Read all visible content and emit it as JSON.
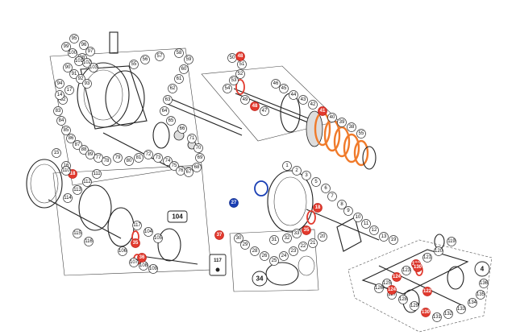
{
  "callouts": {
    "frame_group": [
      "95",
      "96",
      "97",
      "98",
      "99",
      "100",
      "101",
      "102",
      "103",
      "90",
      "91",
      "92",
      "93",
      "94",
      "82",
      "83",
      "84",
      "85",
      "86",
      "87",
      "88",
      "89",
      "77",
      "78",
      "79",
      "80",
      "81",
      "72",
      "73",
      "74",
      "75",
      "76",
      "67",
      "68",
      "69",
      "70",
      "71",
      "66",
      "65",
      "64",
      "63",
      "62",
      "61",
      "60",
      "59",
      "58",
      "57",
      "56",
      "55",
      "17",
      "14",
      "16",
      "18",
      "15"
    ],
    "handle_group": [
      "50",
      "51",
      "52",
      "53",
      "54",
      "49",
      "48",
      "47",
      "46",
      "45",
      "44",
      "43",
      "42",
      "41",
      "40",
      "39",
      "38",
      "55"
    ],
    "spool_group": [
      "110",
      "111",
      "112",
      "113",
      "114",
      "115",
      "116",
      "117",
      "104",
      "105",
      "106",
      "107",
      "108",
      "109"
    ],
    "side_group": [
      "1",
      "2",
      "3",
      "5",
      "6",
      "7",
      "8",
      "9",
      "10",
      "11",
      "12",
      "13",
      "19",
      "20",
      "21",
      "22",
      "23",
      "24",
      "25",
      "26",
      "28",
      "29",
      "30",
      "31",
      "32",
      "33",
      "35"
    ],
    "levelwind_group": [
      "119",
      "120",
      "121",
      "122",
      "123",
      "124",
      "125",
      "126",
      "127",
      "128",
      "129",
      "130",
      "131",
      "132",
      "133",
      "134",
      "135",
      "136"
    ],
    "red": [
      "48",
      "36",
      "35",
      "18",
      "41",
      "37",
      "130",
      "124",
      "122"
    ],
    "blue": [
      "27"
    ],
    "orange": [
      "41",
      "42",
      "43",
      "44",
      "45",
      "46"
    ]
  },
  "sub_assemblies": {
    "spool": "104",
    "drag": "34",
    "levelwind": "4",
    "pin": "117"
  },
  "colors": {
    "highlight_red": "#e23a2e",
    "highlight_blue": "#1a3fb4",
    "highlight_orange": "#f07a2a",
    "line": "#222222"
  }
}
